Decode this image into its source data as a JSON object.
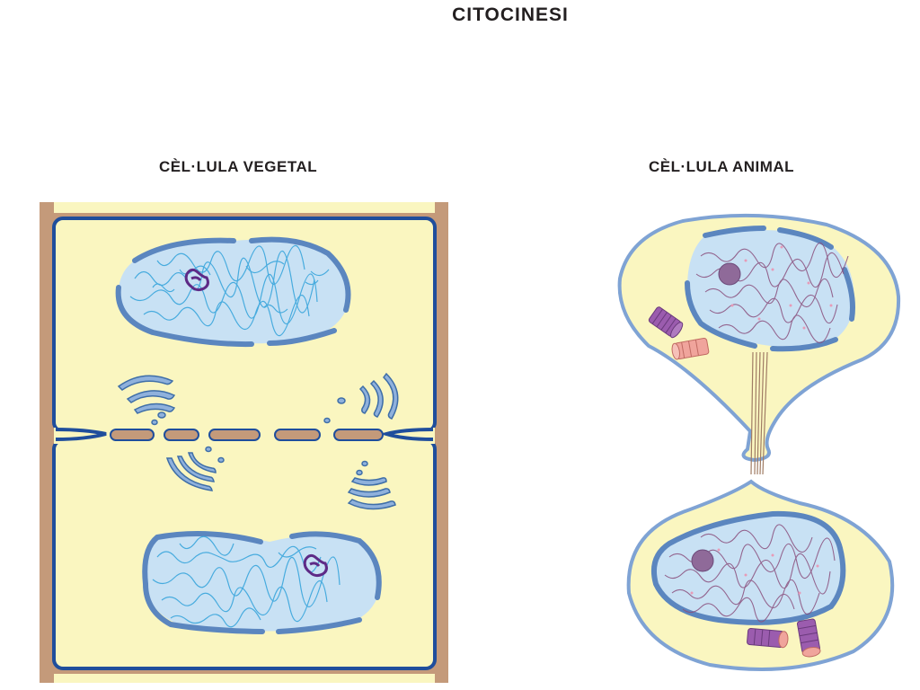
{
  "title": "CITOCINESI",
  "plant": {
    "label": "CÈL·LULA VEGETAL"
  },
  "animal": {
    "label": "CÈL·LULA ANIMAL"
  },
  "colors": {
    "cytoplasm": "#faf6c0",
    "cell_wall": "#c49a7a",
    "plasma_membrane": "#1f4e9c",
    "nucleus_fill": "#c8e1f4",
    "nuclear_envelope": "#5b86bf",
    "chromatin_plant": "#3aa6dc",
    "chromatin_animal": "#8a4f7d",
    "nucleolus": "#5e2a86",
    "animal_membrane": "#7fa3d4",
    "centriole_purple": "#9b5cae",
    "centriole_pink": "#f0a49c"
  }
}
